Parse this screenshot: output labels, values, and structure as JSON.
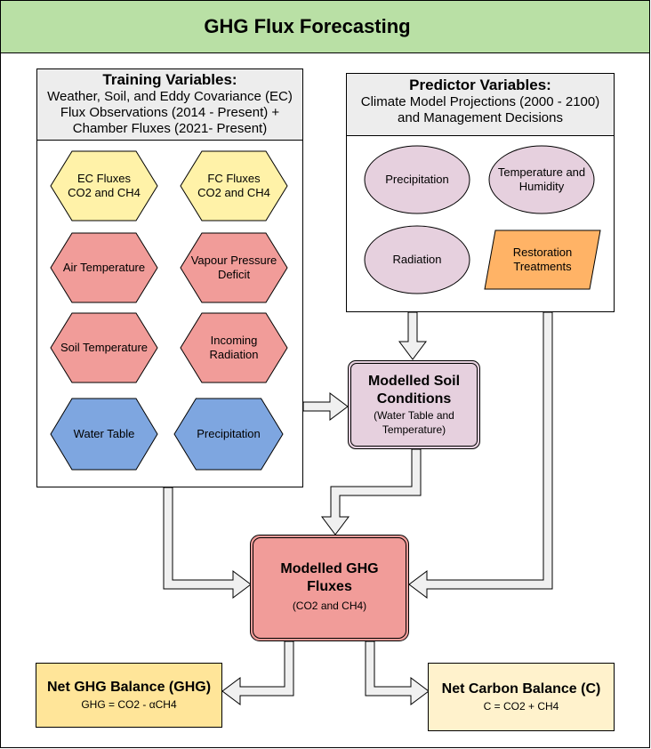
{
  "title": "GHG Flux Forecasting",
  "training": {
    "title": "Training Variables:",
    "subtitle_lines": [
      "Weather, Soil, and Eddy Covariance (EC)",
      "Flux Observations (2014 - Present) +",
      "Chamber Fluxes (2021- Present)"
    ],
    "items": [
      {
        "line1": "EC Fluxes",
        "line2": "CO2 and CH4",
        "color": "#fff2a8"
      },
      {
        "line1": "FC Fluxes",
        "line2": "CO2 and CH4",
        "color": "#fff2a8"
      },
      {
        "line1": "Air Temperature",
        "line2": "",
        "color": "#f19c99"
      },
      {
        "line1": "Vapour Pressure",
        "line2": "Deficit",
        "color": "#f19c99"
      },
      {
        "line1": "Soil Temperature",
        "line2": "",
        "color": "#f19c99"
      },
      {
        "line1": "Incoming",
        "line2": "Radiation",
        "color": "#f19c99"
      },
      {
        "line1": "Water Table",
        "line2": "",
        "color": "#7ea6e0"
      },
      {
        "line1": "Precipitation",
        "line2": "",
        "color": "#7ea6e0"
      }
    ]
  },
  "predictor": {
    "title": "Predictor Variables:",
    "subtitle_lines": [
      "Climate Model Projections (2000 - 2100)",
      "and Management Decisions"
    ],
    "items": [
      {
        "line1": "Precipitation",
        "line2": "",
        "color": "#e6d0de"
      },
      {
        "line1": "Temperature and",
        "line2": "Humidity",
        "color": "#e6d0de"
      },
      {
        "line1": "Radiation",
        "line2": "",
        "color": "#e6d0de"
      },
      {
        "line1": "Restoration",
        "line2": "Treatments",
        "color": "#ffb366"
      }
    ]
  },
  "soil": {
    "title_line1": "Modelled Soil",
    "title_line2": "Conditions",
    "sub_line1": "(Water Table and",
    "sub_line2": "Temperature)",
    "color": "#e6d0de"
  },
  "ghg": {
    "title_line1": "Modelled GHG",
    "title_line2": "Fluxes",
    "sub": "(CO2 and CH4)",
    "color": "#f19c99"
  },
  "net_ghg": {
    "title": "Net GHG Balance (GHG)",
    "formula": "GHG = CO2 - αCH4",
    "color": "#ffe599"
  },
  "net_c": {
    "title": "Net Carbon Balance (C)",
    "formula": "C = CO2 + CH4",
    "color": "#fff2cc"
  },
  "colors": {
    "banner": "#b9e0a5",
    "panel_header": "#ededed",
    "arrow_fill": "#f0f0f0"
  }
}
